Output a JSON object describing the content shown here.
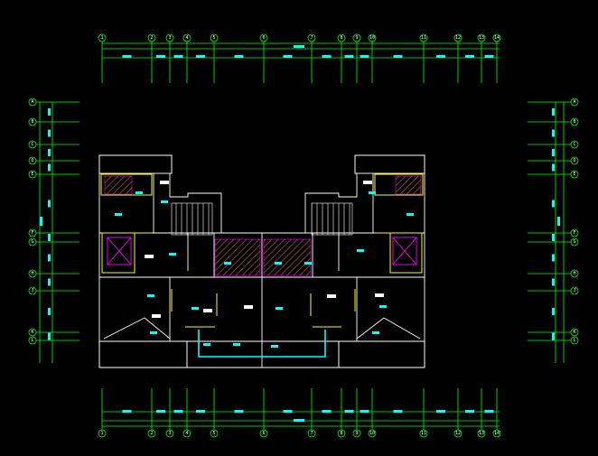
{
  "drawing": {
    "background": "#000000",
    "colors": {
      "dimension": "#00ff00",
      "wall": "#ffffff",
      "wall_alt": "#ffff00",
      "text": "#00ffff",
      "accent": "#ff00ff",
      "hatch": "#c8643c"
    },
    "top_axes": [
      "1",
      "2",
      "3",
      "4",
      "5",
      "6",
      "7",
      "8",
      "9",
      "10",
      "11",
      "12",
      "13",
      "14"
    ],
    "bottom_axes": [
      "1",
      "2",
      "3",
      "4",
      "5",
      "6",
      "7",
      "8",
      "9",
      "10",
      "11",
      "12",
      "13",
      "14"
    ],
    "left_axes": [
      "A",
      "B",
      "C",
      "D",
      "E",
      "F",
      "G",
      "H",
      "J",
      "K",
      "L"
    ],
    "right_axes": [
      "A",
      "B",
      "C",
      "D",
      "E",
      "F",
      "G",
      "H",
      "J",
      "K",
      "L"
    ]
  }
}
